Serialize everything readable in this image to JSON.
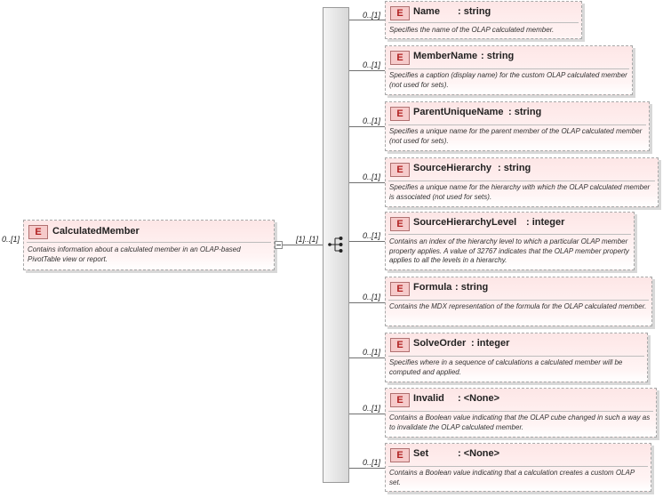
{
  "root": {
    "badge": "E",
    "name": "CalculatedMember",
    "description": "Contains information about a calculated member in an OLAP-based PivotTable view or report.",
    "multiplicity": "0..[1]"
  },
  "sequence": {
    "multiplicity": "[1]..[1]"
  },
  "children": [
    {
      "badge": "E",
      "name": "Name",
      "type": ": string",
      "multiplicity": "0..[1]",
      "description": "Specifies the name of the OLAP calculated member."
    },
    {
      "badge": "E",
      "name": "MemberName",
      "type": ": string",
      "multiplicity": "0..[1]",
      "description": "Specifies a caption (display name) for the custom OLAP calculated member (not used for sets)."
    },
    {
      "badge": "E",
      "name": "ParentUniqueName",
      "type": ": string",
      "multiplicity": "0..[1]",
      "description": "Specifies a unique name for the parent member of the OLAP calculated member (not used for sets)."
    },
    {
      "badge": "E",
      "name": "SourceHierarchy",
      "type": ": string",
      "multiplicity": "0..[1]",
      "description": "Specifies a unique name for the hierarchy with which the OLAP calculated member is associated (not used for sets)."
    },
    {
      "badge": "E",
      "name": "SourceHierarchyLevel",
      "type": ": integer",
      "multiplicity": "0..[1]",
      "description": "Contains an index of the hierarchy level to which a particular OLAP member property applies. A value of 32767 indicates that the OLAP member property applies to all the levels in a hierarchy."
    },
    {
      "badge": "E",
      "name": "Formula",
      "type": ": string",
      "multiplicity": "0..[1]",
      "description": "Contains the MDX representation of the formula for the OLAP calculated member."
    },
    {
      "badge": "E",
      "name": "SolveOrder",
      "type": ": integer",
      "multiplicity": "0..[1]",
      "description": "Specifies where in a sequence of calculations a calculated member will be computed and applied."
    },
    {
      "badge": "E",
      "name": "Invalid",
      "type": ": <None>",
      "multiplicity": "0..[1]",
      "description": "Contains a Boolean value indicating that the OLAP cube changed in such a way as to invalidate the OLAP calculated member."
    },
    {
      "badge": "E",
      "name": "Set",
      "type": ": <None>",
      "multiplicity": "0..[1]",
      "description": "Contains a Boolean value indicating that a calculation creates a custom OLAP set."
    }
  ]
}
